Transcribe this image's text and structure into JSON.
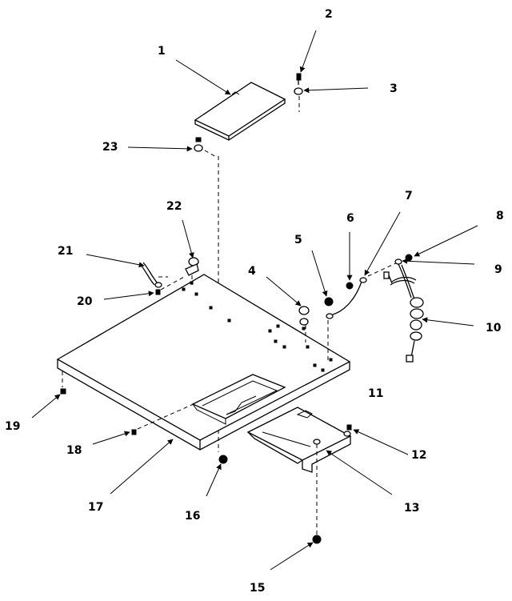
{
  "diagram": {
    "part_numbers": [
      "1",
      "2",
      "3",
      "4",
      "5",
      "6",
      "7",
      "8",
      "9",
      "10",
      "11",
      "12",
      "13",
      "15",
      "16",
      "17",
      "18",
      "19",
      "20",
      "21",
      "22",
      "23"
    ]
  },
  "colors": {
    "ink": "#000000",
    "background": "#ffffff"
  }
}
